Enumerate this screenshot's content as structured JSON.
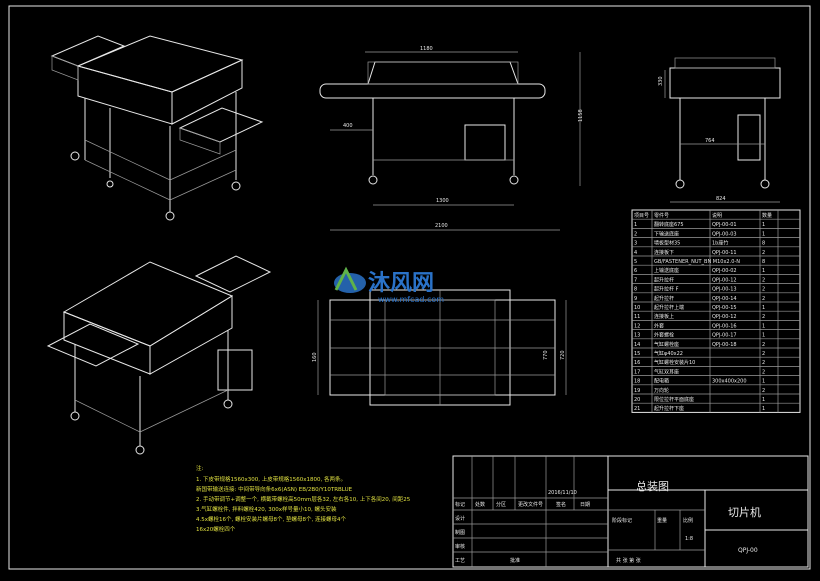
{
  "dimensions": {
    "front_top": "1180",
    "front_left": "400",
    "front_height": "1158",
    "front_inner_width": "1300",
    "front_total_width": "2100",
    "side_height": "330",
    "side_inner": "764",
    "side_width": "824",
    "plan_inner": "160",
    "plan_mid": "720",
    "plan_right": "770"
  },
  "watermark": {
    "brand": "沐风网",
    "url": "www.mfcad.com"
  },
  "bom": {
    "headers": [
      "项目号",
      "零件号",
      "说明",
      "数量"
    ],
    "rows": [
      [
        "1",
        "翻转底座675",
        "QPJ-00-01",
        "1"
      ],
      [
        "2",
        "下输送底座",
        "QPJ-00-03",
        "1"
      ],
      [
        "3",
        "墙板型材35",
        "1b座竹",
        "8"
      ],
      [
        "4",
        "连接板下",
        "QPJ-00-11",
        "2"
      ],
      [
        "5",
        "GB/FASTENER_NUT_BN M10x2.0-N",
        "",
        "8"
      ],
      [
        "6",
        "上输送底座",
        "QPJ-00-02",
        "1"
      ],
      [
        "7",
        "起升拉杆",
        "QPJ-00-12",
        "2"
      ],
      [
        "8",
        "起升拉杆 F",
        "QPJ-00-13",
        "2"
      ],
      [
        "9",
        "起升拉杆",
        "QPJ-00-14",
        "2"
      ],
      [
        "10",
        "起升拉杆上端",
        "QPJ-00-15",
        "1"
      ],
      [
        "11",
        "连接板上",
        "QPJ-00-12",
        "2"
      ],
      [
        "12",
        "外套",
        "QPJ-00-16",
        "1"
      ],
      [
        "13",
        "外套螺栓",
        "QPJ-00-17",
        "1"
      ],
      [
        "14",
        "气缸螺栓座",
        "QPJ-00-18",
        "2"
      ],
      [
        "15",
        "气缸φ40x22",
        "",
        "2"
      ],
      [
        "16",
        "气缸螺栓安装片10",
        "",
        "2"
      ],
      [
        "17",
        "气缸双耳座",
        "",
        "2"
      ],
      [
        "18",
        "配电箱",
        "300x400x200",
        "1"
      ],
      [
        "19",
        "万向轮",
        "",
        "2"
      ],
      [
        "20",
        "限位拉杆平面底座",
        "",
        "1"
      ],
      [
        "21",
        "起升拉杆下座",
        "",
        "1"
      ]
    ]
  },
  "notes": {
    "title": "注:",
    "lines": [
      "1. 下皮带规格1560x300, 上皮带规格1560x1800, 各两条。",
      "   新国带输送连接: 中间带导向条6x6(ASN) EB/2B0/Y10TRBLUE",
      "2. 手动带调节+调整一个, 横截带螺栓高50mm层各32, 左右各10, 上下各间20, 间距25",
      "3.气缸螺栓件, 拌料螺栓420, 300x样号量小10, 螺头安装",
      "4.5x螺栓16个, 螺栓安装片螺母8个, 垫螺母8个, 连接螺母4个",
      "  16x20螺栓四个"
    ]
  },
  "titleblock": {
    "assembly": "总装图",
    "product": "切片机",
    "drawing_no": "QPJ-00",
    "date": "2016/11/10",
    "labels": [
      "标记",
      "处数",
      "分区",
      "更改文件号",
      "签名",
      "日期",
      "设计",
      "制图",
      "审核",
      "工艺",
      "批准"
    ],
    "stage_label": "阶段标记",
    "weight_label": "重量",
    "scale_label": "比例",
    "scale": "1:8",
    "sheet": "共 张 第 张"
  }
}
